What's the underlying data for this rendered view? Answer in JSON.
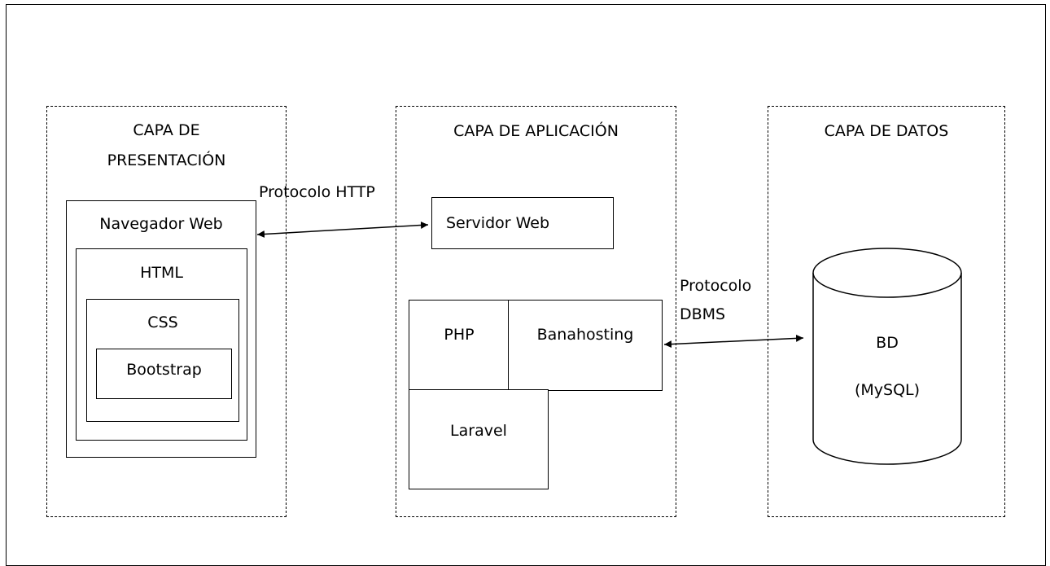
{
  "layers": {
    "presentation": {
      "title_line1": "CAPA DE",
      "title_line2": "PRESENTACIÓN"
    },
    "application": {
      "title": "CAPA DE APLICACIÓN"
    },
    "data": {
      "title": "CAPA DE DATOS"
    }
  },
  "presentation_boxes": {
    "browser": "Navegador Web",
    "html": "HTML",
    "css": "CSS",
    "bootstrap": "Bootstrap"
  },
  "application_boxes": {
    "web_server": "Servidor Web",
    "php": "PHP",
    "banahosting": "Banahosting",
    "laravel": "Laravel"
  },
  "database": {
    "name": "BD",
    "engine": "(MySQL)"
  },
  "connections": {
    "http": "Protocolo HTTP",
    "dbms_line1": "Protocolo",
    "dbms_line2": "DBMS"
  },
  "colors": {
    "stroke": "#000000",
    "background": "#ffffff"
  }
}
